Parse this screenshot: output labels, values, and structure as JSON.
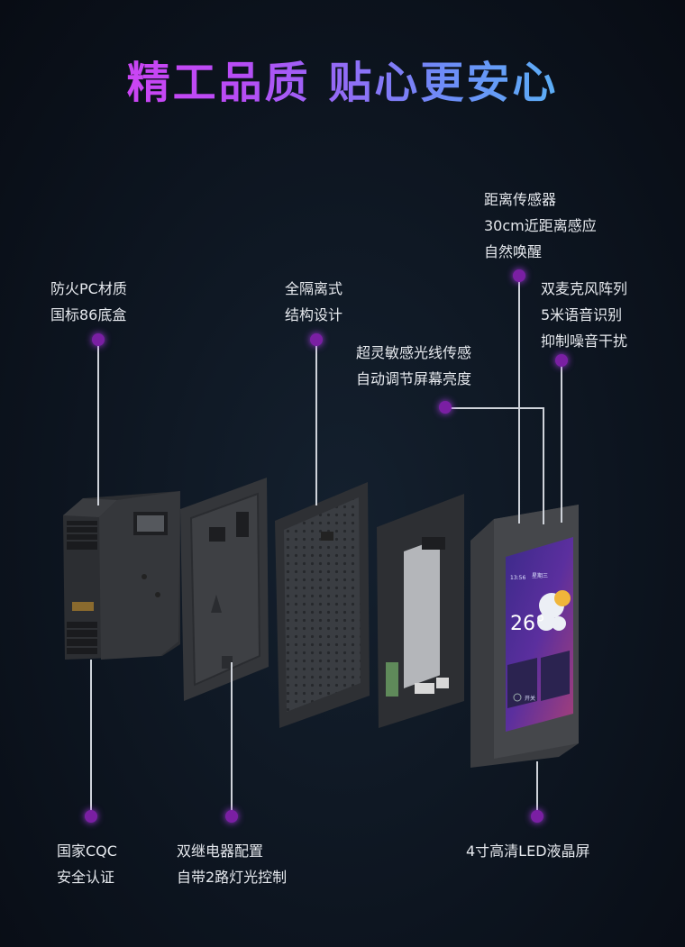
{
  "title": "精工品质 贴心更安心",
  "labels": {
    "fire_pc": [
      "防火PC材质",
      "国标86底盒"
    ],
    "isolation": [
      "全隔离式",
      "结构设计"
    ],
    "distance_sensor": [
      "距离传感器",
      "30cm近距离感应",
      "自然唤醒"
    ],
    "mic_array": [
      "双麦克风阵列",
      "5米语音识别",
      "抑制噪音干扰"
    ],
    "light_sensor": [
      "超灵敏感光线传感",
      "自动调节屏幕亮度"
    ],
    "cqc": [
      "国家CQC",
      "安全认证"
    ],
    "relay": [
      "双继电器配置",
      "自带2路灯光控制"
    ],
    "screen": [
      "4寸高清LED液晶屏"
    ]
  },
  "screen_ui": {
    "time": "13:56",
    "date": "星期三",
    "temperature": "26°",
    "tile_label": "开关"
  },
  "colors": {
    "background": "#0b111c",
    "dot": "#7a1fa3",
    "line": "#cfd3da",
    "title_start": "#e23cf2",
    "title_end": "#48d6f5"
  }
}
